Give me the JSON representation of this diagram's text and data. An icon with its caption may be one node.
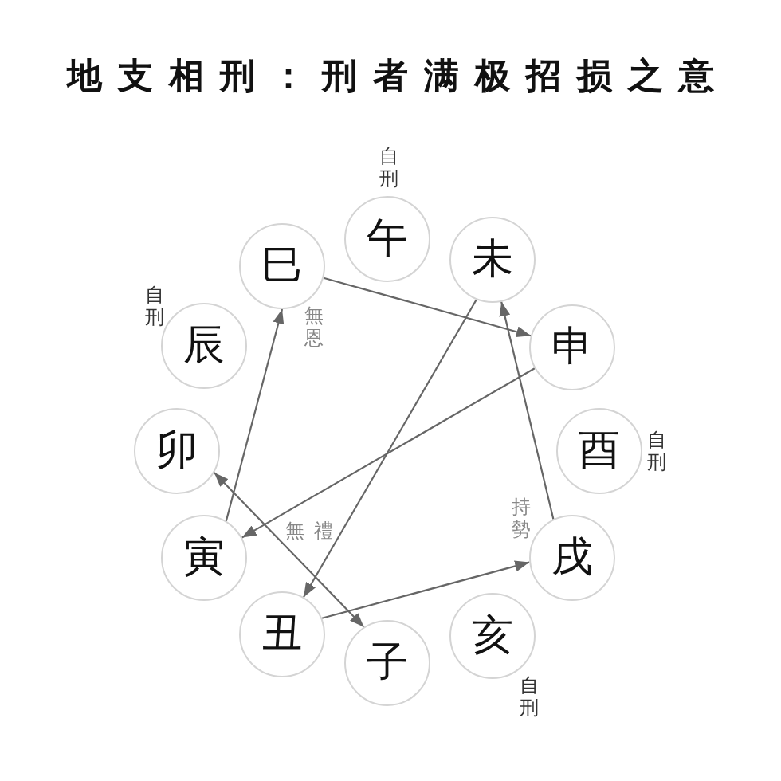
{
  "diagram": {
    "title": "地支相刑：刑者满极招损之意",
    "nodes": [
      {
        "text": [
          "午"
        ],
        "beside": [
          "自刑"
        ]
      },
      {
        "text": [
          "巳"
        ]
      },
      {
        "text": [
          "未"
        ]
      },
      {
        "text": [
          "辰"
        ],
        "beside": [
          "自刑"
        ]
      },
      {
        "text": [
          "申"
        ]
      },
      {
        "text": [
          "卯"
        ]
      },
      {
        "text": [
          "酉"
        ],
        "beside": [
          "自刑"
        ]
      },
      {
        "text": [
          "寅"
        ]
      },
      {
        "text": [
          "戌"
        ]
      },
      {
        "text": [
          "丑"
        ]
      },
      {
        "text": [
          "亥"
        ],
        "beside": [
          "自刑"
        ]
      },
      {
        "text": [
          "子"
        ]
      }
    ],
    "edges": [
      {
        "from": 1,
        "to": 4,
        "arrow": "to"
      },
      {
        "from": 7,
        "to": 1,
        "arrow": "to"
      },
      {
        "from": 4,
        "to": 7,
        "arrow": "to"
      },
      {
        "from": 2,
        "to": 9,
        "arrow": "to"
      },
      {
        "from": 8,
        "to": 2,
        "arrow": "to"
      },
      {
        "from": 9,
        "to": 8,
        "arrow": "to"
      },
      {
        "from": 5,
        "to": 11,
        "arrow": "both"
      }
    ],
    "labels": [
      "無恩",
      "持勢",
      "無禮"
    ]
  }
}
